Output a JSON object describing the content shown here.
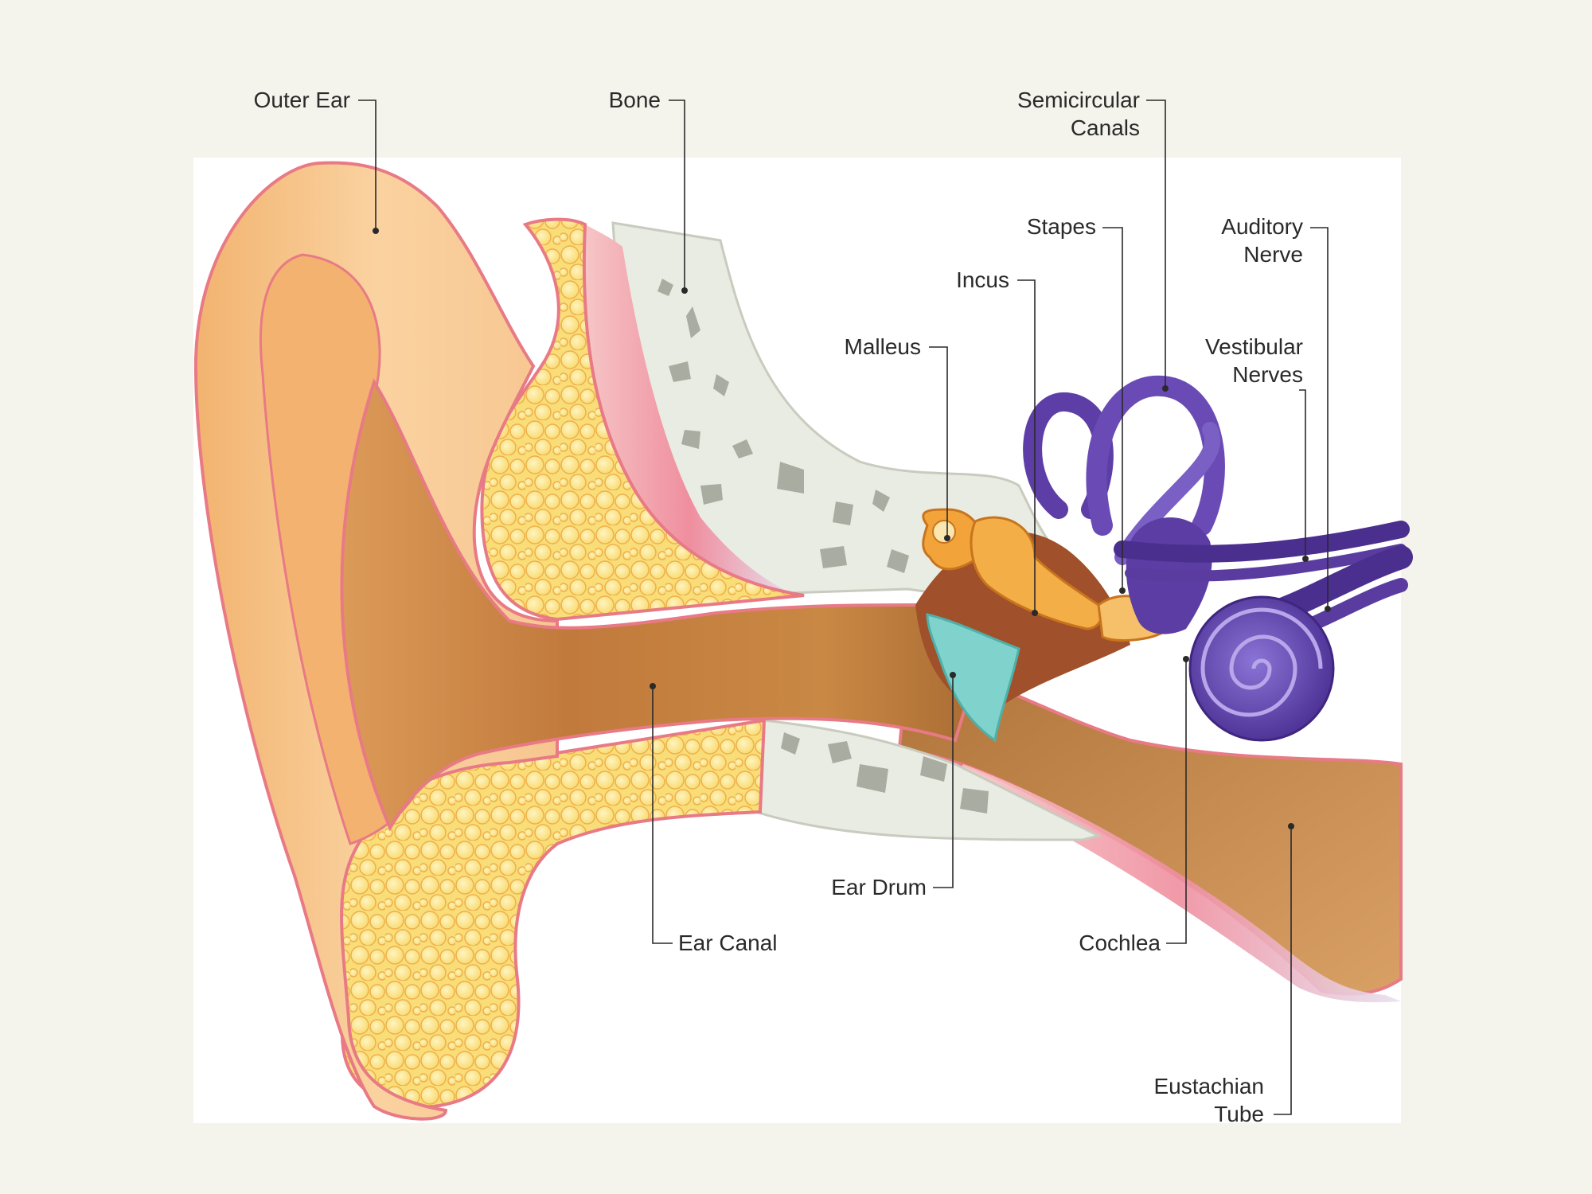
{
  "labels": {
    "outer_ear": "Outer Ear",
    "bone": "Bone",
    "semicircular_canals": [
      "Semicircular",
      "Canals"
    ],
    "stapes": "Stapes",
    "auditory_nerve": [
      "Auditory",
      "Nerve"
    ],
    "incus": "Incus",
    "malleus": "Malleus",
    "vestibular_nerves": [
      "Vestibular",
      "Nerves"
    ],
    "ear_drum": "Ear Drum",
    "ear_canal": "Ear Canal",
    "cochlea": "Cochlea",
    "eustachian_tube": [
      "Eustachian",
      "Tube"
    ]
  },
  "colors": {
    "background": "#f4f4ec",
    "panel": "#ffffff",
    "skin": "#f5c48c",
    "skin_outline": "#e87a86",
    "canal": "#c8803f",
    "fat": "#fbe38a",
    "bone": "#e9ece2",
    "muscle": "#f3a7b0",
    "ossicles": "#f2a43a",
    "ear_drum": "#7fd3cc",
    "inner_ear": "#5d3ea6",
    "label_text": "#2a2a2a"
  }
}
